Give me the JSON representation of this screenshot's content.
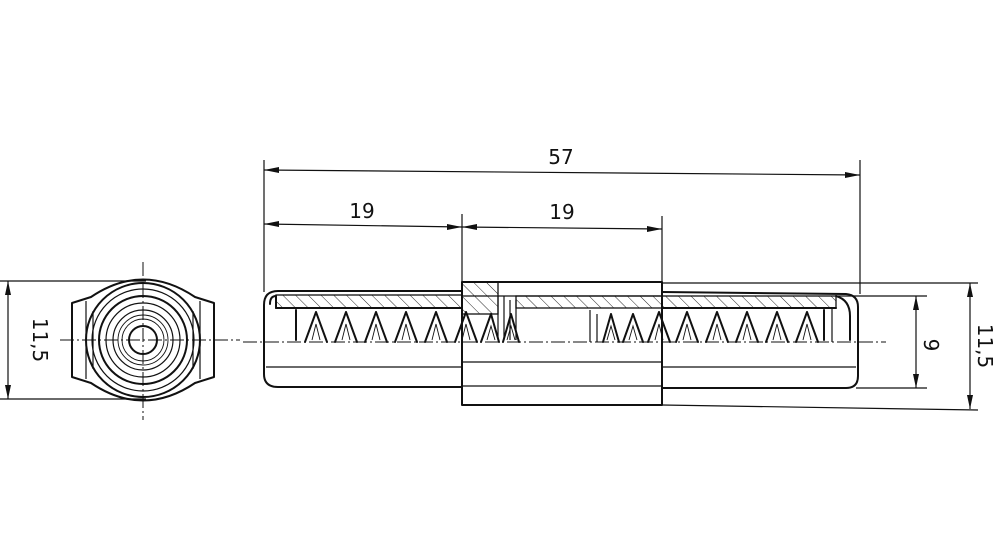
{
  "dimensions": {
    "overall_length": "57",
    "left_socket_length": "19",
    "center_sleeve_length": "19",
    "inner_height": "9",
    "outer_height_right": "11,5",
    "outer_height_left": "11,5"
  }
}
